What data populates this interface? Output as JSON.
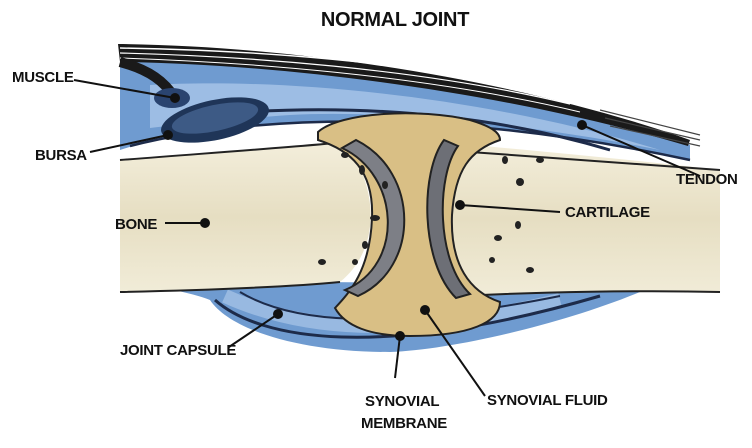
{
  "title": "NORMAL JOINT",
  "labels": {
    "muscle": "MUSCLE",
    "bursa": "BURSA",
    "bone": "BONE",
    "joint_capsule": "JOINT CAPSULE",
    "synovial_membrane_1": "SYNOVIAL",
    "synovial_membrane_2": "MEMBRANE",
    "synovial_fluid": "SYNOVIAL FLUID",
    "cartilage": "CARTILAGE",
    "tendon": "TENDON"
  },
  "colors": {
    "bone": "#ece5cc",
    "fluid": "#d9bf85",
    "capsule_blue": "#6f9bd0",
    "capsule_dark": "#1d2b4a",
    "cartilage": "#7d7f86",
    "muscle": "#1a1a1a"
  }
}
